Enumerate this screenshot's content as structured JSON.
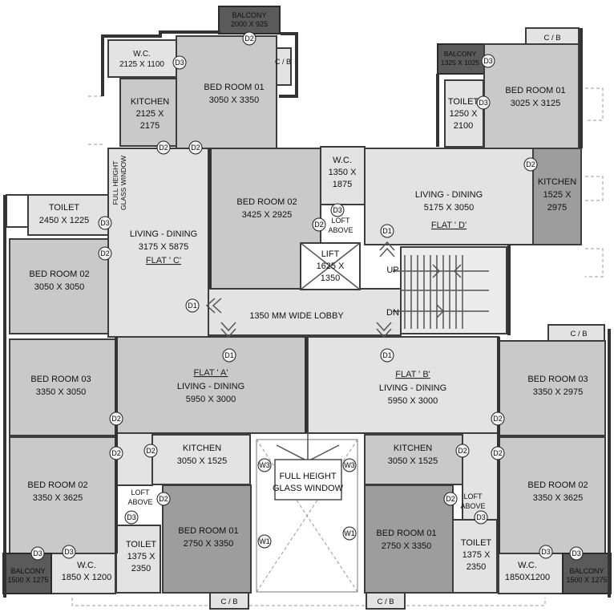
{
  "colors": {
    "light": "#e3e3e3",
    "mid": "#c9c9c9",
    "dark": "#9d9d9d",
    "balcony": "#5a5a5a",
    "stair": "#ececec"
  },
  "rooms": {
    "balcony_top": [
      "BALCONY",
      "2000 X 925"
    ],
    "c_wc": [
      "W.C.",
      "2125 X 1100"
    ],
    "c_bed1": [
      "BED ROOM 01",
      "3050 X 3350"
    ],
    "c_kitchen": [
      "KITCHEN",
      "2125 X",
      "2175"
    ],
    "c_glass": [
      "FULL HEIGHT",
      "GLASS WINDOW"
    ],
    "c_toilet": [
      "TOILET",
      "2450 X 1225"
    ],
    "c_bed2": [
      "BED ROOM 02",
      "3050 X 3050"
    ],
    "c_living": [
      "LIVING - DINING",
      "3175 X 5875"
    ],
    "c_cb": "C / B",
    "d_balcony": [
      "BALCONY",
      "1325 X 1025"
    ],
    "d_cb": "C / B",
    "d_bed1": [
      "BED ROOM 01",
      "3025 X 3125"
    ],
    "d_toilet": [
      "TOILET",
      "1250 X",
      "2100"
    ],
    "d_wc": [
      "W.C.",
      "1350 X",
      "1875"
    ],
    "d_bed2": [
      "BED ROOM 02",
      "3425 X 2925"
    ],
    "d_living": [
      "LIVING - DINING",
      "5175 X 3050"
    ],
    "d_kitchen": [
      "KITCHEN",
      "1525 X",
      "2975"
    ],
    "loft": [
      "LOFT",
      "ABOVE"
    ],
    "lift": [
      "LIFT",
      "1625 X",
      "1350"
    ],
    "lobby": "1350 MM WIDE LOBBY",
    "up": "UP",
    "dn": "DN",
    "a_bed3": [
      "BED ROOM 03",
      "3350 X 3050"
    ],
    "a_living": [
      "LIVING - DINING",
      "5950 X 3000"
    ],
    "a_kitchen": [
      "KITCHEN",
      "3050 X 1525"
    ],
    "a_bed2": [
      "BED ROOM 02",
      "3350 X 3625"
    ],
    "a_bed1": [
      "BED ROOM 01",
      "2750 X 3350"
    ],
    "a_toilet": [
      "TOILET",
      "1375 X",
      "2350"
    ],
    "a_wc": [
      "W.C.",
      "1850 X 1200"
    ],
    "a_balcony": [
      "BALCONY",
      "1500 X 1275"
    ],
    "b_bed3": [
      "BED ROOM 03",
      "3350 X 2975"
    ],
    "b_living": [
      "LIVING - DINING",
      "5950 X 3000"
    ],
    "b_kitchen": [
      "KITCHEN",
      "3050 X 1525"
    ],
    "b_bed2": [
      "BED ROOM 02",
      "3350 X 3625"
    ],
    "b_bed1": [
      "BED ROOM 01",
      "2750 X 3350"
    ],
    "b_toilet": [
      "TOILET",
      "1375 X",
      "2350"
    ],
    "b_wc": [
      "W.C.",
      "1850X1200"
    ],
    "b_balcony": [
      "BALCONY",
      "1500 X 1275"
    ],
    "center_glass": [
      "FULL HEIGHT",
      "GLASS WINDOW"
    ],
    "cb_bottom": "C / B"
  },
  "flats": {
    "c": "FLAT ' C'",
    "d": "FLAT ' D'",
    "a": "FLAT ' A'",
    "b": "FLAT ' B'"
  },
  "tags": {
    "d1": "D1",
    "d2": "D2",
    "d3": "D3",
    "w1": "W1",
    "w3": "W3"
  }
}
